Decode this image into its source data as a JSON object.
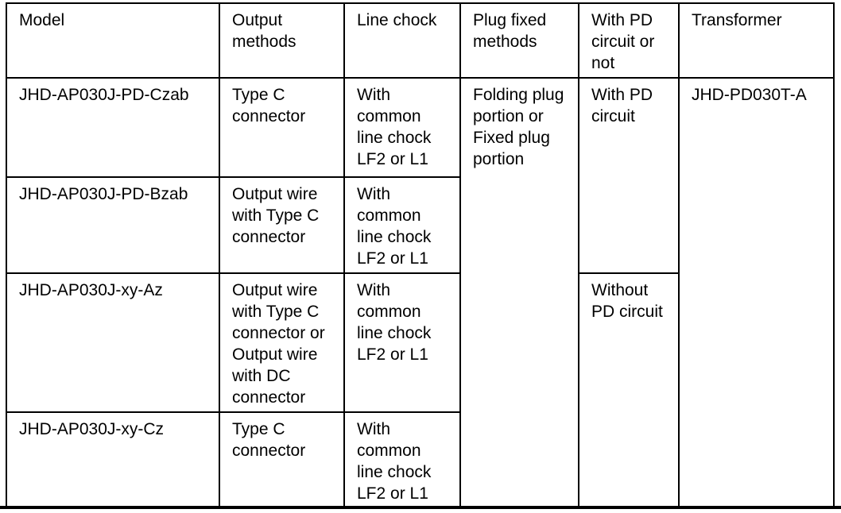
{
  "page": {
    "background_color": "#ffffff",
    "text_color": "#000000",
    "border_color": "#000000"
  },
  "table": {
    "headers": {
      "model": "Model",
      "output_methods": "Output\nmethods",
      "line_chock": "Line chock",
      "plug_fixed": "Plug fixed\nmethods",
      "pd_circuit": "With PD\ncircuit or\nnot",
      "transformer": "Transformer"
    },
    "rows": [
      {
        "model": "JHD-AP030J-PD-Czab",
        "output_methods": "Type C\nconnector",
        "line_chock": "With\ncommon\nline chock\nLF2 or L1"
      },
      {
        "model": "JHD-AP030J-PD-Bzab",
        "output_methods": "Output wire\nwith Type C\nconnector",
        "line_chock": "With\ncommon\nline chock\nLF2 or L1"
      },
      {
        "model": "JHD-AP030J-xy-Az",
        "output_methods": "Output wire\nwith Type C\nconnector or\nOutput wire\nwith DC\nconnector",
        "line_chock": "With\ncommon\nline chock\nLF2 or L1"
      },
      {
        "model": "JHD-AP030J-xy-Cz",
        "output_methods": "Type C\nconnector",
        "line_chock": "With\ncommon\nline chock\nLF2 or L1"
      }
    ],
    "merged_cells": {
      "plug_fixed_methods": "Folding plug\nportion or\nFixed plug\nportion",
      "with_pd_circuit": "With PD\ncircuit",
      "without_pd_circuit": "Without\nPD circuit",
      "transformer_model": "JHD-PD030T-A"
    }
  }
}
